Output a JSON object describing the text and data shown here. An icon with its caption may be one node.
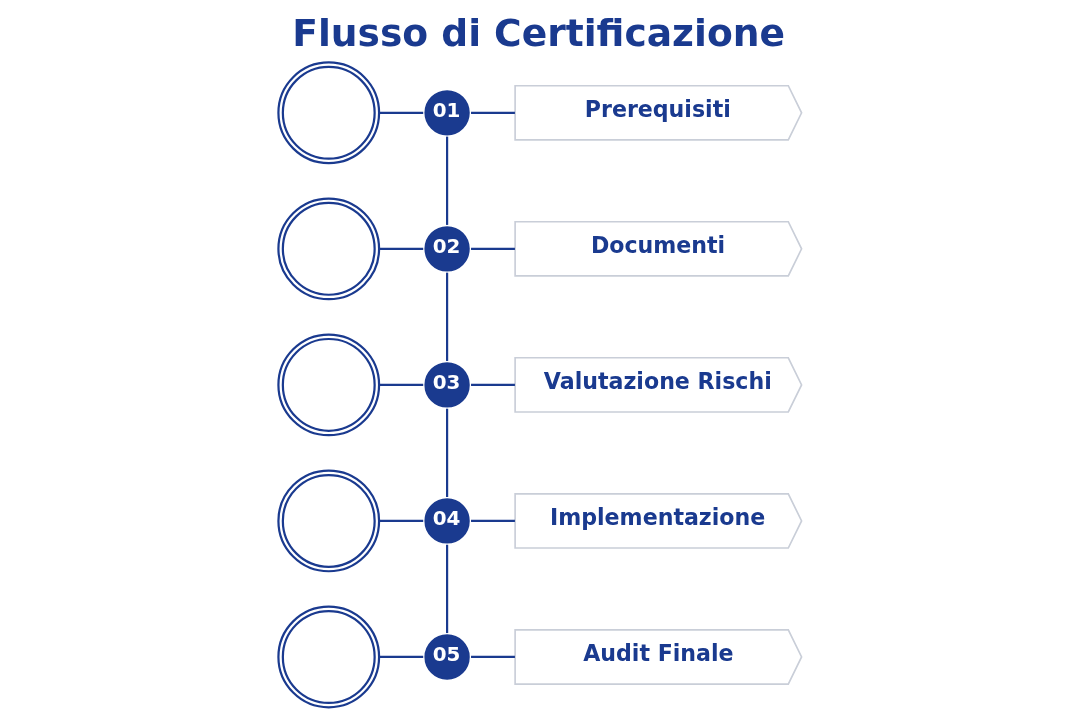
{
  "diagram": {
    "title": "Flusso di Certificazione",
    "nodes": [
      {
        "text": [],
        "shape": "picture"
      },
      {
        "text": [
          "01"
        ]
      },
      {
        "text": [
          "Prerequisiti"
        ]
      },
      {
        "text": [],
        "shape": "picture"
      },
      {
        "text": [
          "02"
        ]
      },
      {
        "text": [
          "Documenti"
        ]
      },
      {
        "text": [],
        "shape": "picture"
      },
      {
        "text": [
          "03"
        ]
      },
      {
        "text": [
          "Valutazione Rischi"
        ]
      },
      {
        "text": [],
        "shape": "picture"
      },
      {
        "text": [
          "04"
        ]
      },
      {
        "text": [
          "Implementazione"
        ]
      },
      {
        "text": [],
        "shape": "picture"
      },
      {
        "text": [
          "05"
        ]
      },
      {
        "text": [
          "Audit Finale"
        ]
      }
    ],
    "edges": [
      {
        "from": 0,
        "to": 1,
        "arrow": "none"
      },
      {
        "from": 1,
        "to": 2,
        "arrow": "none"
      },
      {
        "from": 1,
        "to": 4,
        "arrow": "none"
      },
      {
        "from": 3,
        "to": 4,
        "arrow": "none"
      },
      {
        "from": 4,
        "to": 5,
        "arrow": "none"
      },
      {
        "from": 4,
        "to": 7,
        "arrow": "none"
      },
      {
        "from": 6,
        "to": 7,
        "arrow": "none"
      },
      {
        "from": 7,
        "to": 8,
        "arrow": "none"
      },
      {
        "from": 7,
        "to": 10,
        "arrow": "none"
      },
      {
        "from": 9,
        "to": 10,
        "arrow": "none"
      },
      {
        "from": 10,
        "to": 11,
        "arrow": "none"
      },
      {
        "from": 10,
        "to": 13,
        "arrow": "none"
      },
      {
        "from": 12,
        "to": 13,
        "arrow": "none"
      },
      {
        "from": 13,
        "to": 14,
        "arrow": "none"
      }
    ]
  }
}
